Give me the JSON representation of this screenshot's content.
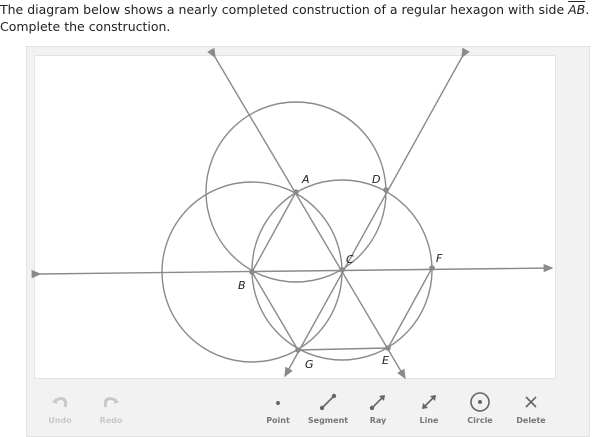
{
  "prompt": {
    "line1_prefix": "The diagram below shows a nearly completed construction of a regular hexagon with side ",
    "segment": "AB",
    "line1_suffix": ".",
    "line2": "Complete the construction."
  },
  "points": {
    "A": "A",
    "B": "B",
    "C": "C",
    "D": "D",
    "E": "E",
    "F": "F",
    "G": "G"
  },
  "toolbar": {
    "undo": "Undo",
    "redo": "Redo",
    "point": "Point",
    "segment": "Segment",
    "ray": "Ray",
    "line": "Line",
    "circle": "Circle",
    "delete": "Delete"
  },
  "colors": {
    "stroke": "#8a8a8a",
    "disabled": "#c8c8c8",
    "tool": "#666666"
  }
}
